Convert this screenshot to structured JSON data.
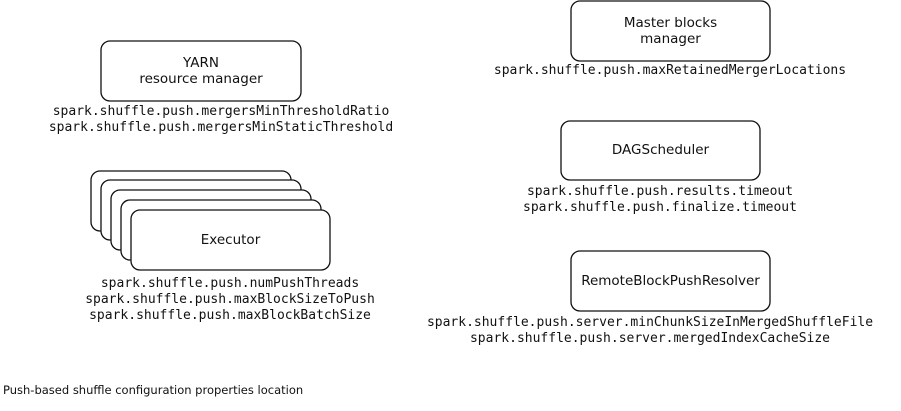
{
  "boxes": {
    "yarn": {
      "line1": "YARN",
      "line2": "resource manager"
    },
    "master": {
      "line1": "Master blocks",
      "line2": "manager"
    },
    "dag": {
      "label": "DAGScheduler"
    },
    "executor": {
      "label": "Executor"
    },
    "resolver": {
      "label": "RemoteBlockPushResolver"
    }
  },
  "properties": {
    "yarn": [
      "spark.shuffle.push.mergersMinThresholdRatio",
      "spark.shuffle.push.mergersMinStaticThreshold"
    ],
    "master": [
      "spark.shuffle.push.maxRetainedMergerLocations"
    ],
    "dag": [
      "spark.shuffle.push.results.timeout",
      "spark.shuffle.push.finalize.timeout"
    ],
    "executor": [
      "spark.shuffle.push.numPushThreads",
      "spark.shuffle.push.maxBlockSizeToPush",
      "spark.shuffle.push.maxBlockBatchSize"
    ],
    "resolver": [
      "spark.shuffle.push.server.minChunkSizeInMergedShuffleFile",
      "spark.shuffle.push.server.mergedIndexCacheSize"
    ]
  },
  "caption": "Push-based shuffle configuration properties location"
}
